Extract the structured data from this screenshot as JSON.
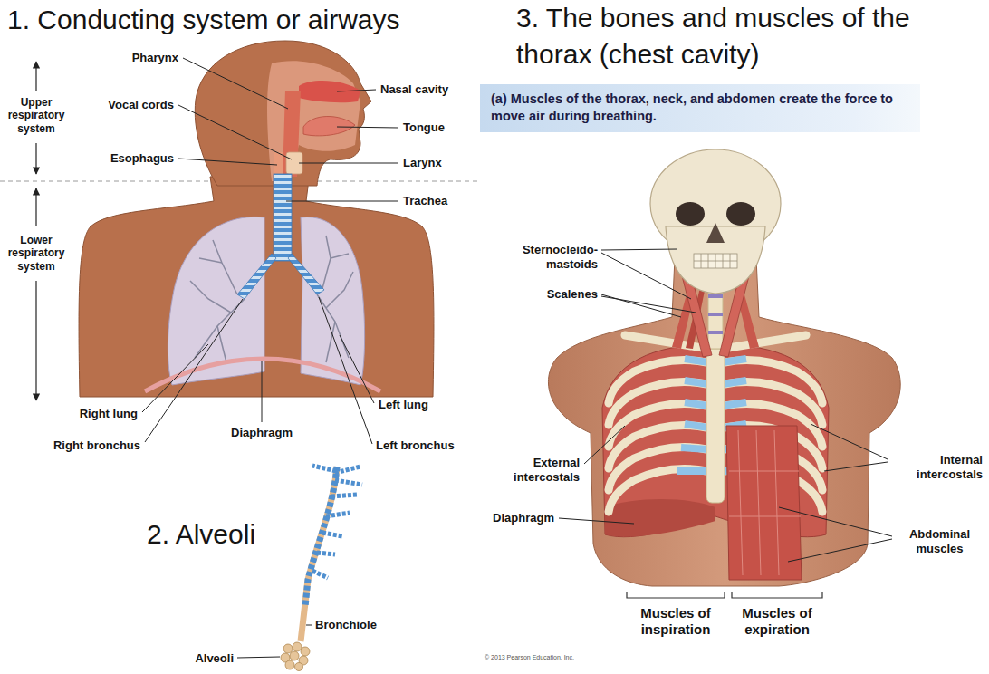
{
  "diagram": {
    "nodes": [
      {
        "text": [
          "(a) Muscles of the thorax, neck, and abdomen create the force to move air during breathing."
        ]
      }
    ],
    "labels": [
      "1. Conducting system or airways",
      "3. The bones and muscles of the thorax (chest cavity)",
      "Pharynx",
      "Nasal cavity",
      "Upper respiratory system",
      "Vocal cords",
      "Tongue",
      "Esophagus",
      "Larynx",
      "Trachea",
      "Lower respiratory system",
      "Right lung",
      "Left lung",
      "Diaphragm",
      "Right bronchus",
      "Left bronchus",
      "2. Alveoli",
      "Bronchiole",
      "Alveoli",
      "Sternocleido- mastoids",
      "Scalenes",
      "External intercostals",
      "Internal intercostals",
      "Diaphragm",
      "Abdominal muscles",
      "Muscles of inspiration",
      "Muscles of expiration",
      "© 2013 Pearson Education, Inc."
    ]
  }
}
